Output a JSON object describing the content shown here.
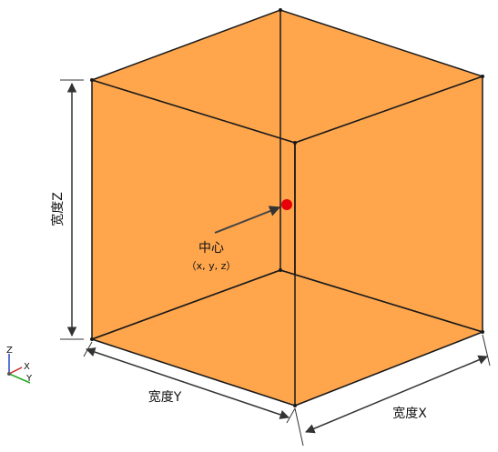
{
  "diagram": {
    "labels": {
      "width_z": "宽度Z",
      "width_y": "宽度Y",
      "width_x": "宽度X",
      "center": "中心",
      "center_coords": "（x, y, z）"
    },
    "triad": {
      "z": "Z",
      "x": "X",
      "y": "Y"
    },
    "colors": {
      "box_fill": "#FFA64D",
      "edge": "#1a1a1a",
      "center_dot": "#E8000B",
      "dimension": "#333333",
      "triad_z": "#2244CC",
      "triad_x": "#CC2222",
      "triad_y": "#22AA22"
    }
  }
}
